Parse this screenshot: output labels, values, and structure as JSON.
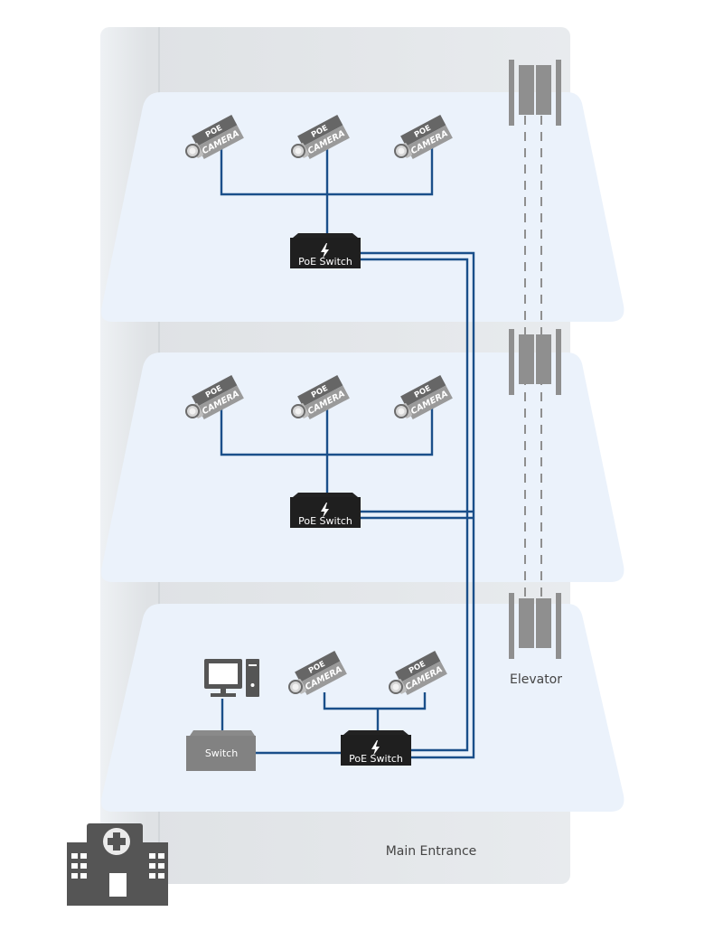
{
  "title": "Hospital PoE Camera Network",
  "colors": {
    "cable": "#1a4f8a",
    "floor": "#ebf2fb",
    "building": "#e2e5e8",
    "device_dark": "#222222",
    "camera": "#6e6e6e",
    "elevator": "#8e8e8e",
    "icon": "#555555"
  },
  "camera_labels": {
    "top": "POE",
    "bottom": "CAMERA"
  },
  "floors": [
    {
      "name": "floor-3",
      "cameras": 3,
      "switch_label": "PoE Switch"
    },
    {
      "name": "floor-2",
      "cameras": 3,
      "switch_label": "PoE Switch"
    },
    {
      "name": "floor-1",
      "cameras": 2,
      "switch_label": "PoE Switch",
      "core_switch_label": "Switch",
      "computer": "desktop-computer-icon"
    }
  ],
  "labels": {
    "elevator": "Elevator",
    "entrance": "Main Entrance"
  },
  "icons": {
    "building": "hospital-icon",
    "power": "lightning-icon"
  }
}
